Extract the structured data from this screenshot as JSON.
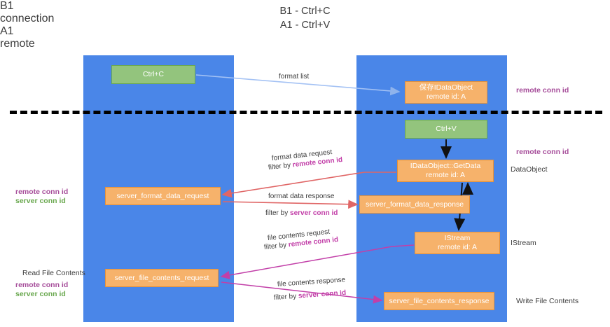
{
  "title": {
    "line1": "B1 - Ctrl+C",
    "line2": "A1 - Ctrl+V"
  },
  "lanes": [
    {
      "id": "b1",
      "name": "B1",
      "role": "connection"
    },
    {
      "id": "a1",
      "name": "A1",
      "role": "remote"
    }
  ],
  "nodes": {
    "ctrl_c": {
      "label": "Ctrl+C",
      "color": "#93c47d"
    },
    "data_object": {
      "label": "保存IDataObject",
      "sub": "remote id: A",
      "color": "#f6b26b"
    },
    "ctrl_v": {
      "label": "Ctrl+V",
      "color": "#93c47d"
    },
    "get_data": {
      "label": "IDataObject::GetData",
      "sub": "remote id: A",
      "color": "#f6b26b"
    },
    "format_data_request": {
      "label": "server_format_data_request",
      "color": "#f6b26b"
    },
    "format_data_response": {
      "label": "server_format_data_response",
      "color": "#f6b26b"
    },
    "istream": {
      "label": "IStream",
      "sub": "remote id: A",
      "color": "#f6b26b"
    },
    "file_contents_request": {
      "label": "server_file_contents_request",
      "color": "#f6b26b"
    },
    "file_contents_response": {
      "label": "server_file_contents_response",
      "color": "#f6b26b"
    }
  },
  "arrow_labels": {
    "format_list": "format list",
    "format_data_request": "format data request",
    "format_data_request_filter_prefix": "filter by ",
    "format_data_request_filter_key": "remote conn id",
    "format_data_response": "format data response",
    "format_data_response_filter_prefix": "filter by ",
    "format_data_response_filter_key": "server conn id",
    "file_contents_request": "file contents request",
    "file_contents_request_filter_prefix": "filter by ",
    "file_contents_request_filter_key": "remote conn id",
    "file_contents_response": "file contents response",
    "file_contents_response_filter_prefix": "filter by ",
    "file_contents_response_filter_key": "server conn id"
  },
  "annotations": {
    "right_remote_conn_id_top": "remote conn id",
    "right_remote_conn_id_mid": "remote conn id",
    "right_data_object": "DataObject",
    "right_istream": "IStream",
    "right_write_file_contents": "Write File Contents",
    "left_remote_conn_id": "remote conn id",
    "left_server_conn_id": "server conn id",
    "left_read_file_contents": "Read File Contents",
    "left_remote_conn_id_2": "remote conn id",
    "left_server_conn_id_2": "server conn id"
  },
  "colors": {
    "lane": "#4a86e8",
    "orange": "#f6b26b",
    "green": "#93c47d",
    "purple": "#a64d9a",
    "green_text": "#6aa84f",
    "magenta": "#c23fa8",
    "arrow_blue": "#a4c2f4",
    "arrow_red": "#e06666",
    "arrow_black": "#000000",
    "divider": "#000000"
  }
}
